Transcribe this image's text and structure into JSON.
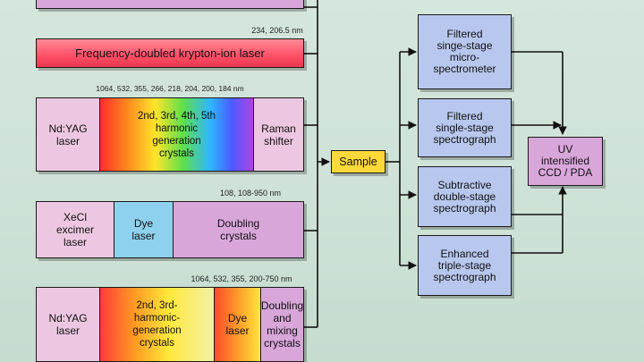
{
  "colors": {
    "background": "#d0e3d8",
    "laser_bar": "#ff5a6e",
    "laser_pink": "#edc7e2",
    "crystal_purple": "#d9a6da",
    "dye_blue": "#8ed1ee",
    "sample": "#ffd93a",
    "detector": "#b8c7ee"
  },
  "wavelengths": {
    "krypton": "234, 206.5 nm",
    "ndyag_raman": "1064, 532, 355, 266, 218, 204, 200, 184 nm",
    "xecl": "108, 108-950 nm",
    "ndyag_dye": "1064, 532, 355, 200-750 nm"
  },
  "sources": {
    "krypton": "Frequency-doubled krypton-ion laser",
    "ndyag1": {
      "laser": "Nd:YAG\nlaser",
      "crystals": "2nd, 3rd, 4th, 5th\nharmonic\ngeneration\ncrystals",
      "raman": "Raman\nshifter"
    },
    "xecl": {
      "laser": "XeCl\nexcimer\nlaser",
      "dye": "Dye\nlaser",
      "doubling": "Doubling\ncrystals"
    },
    "ndyag2": {
      "laser": "Nd:YAG\nlaser",
      "crystals": "2nd, 3rd-\nharmonic-\ngeneration\ncrystals",
      "dye": "Dye\nlaser",
      "mixing": "Doubling\nand mixing\ncrystals"
    }
  },
  "sample": "Sample",
  "spectrometers": [
    "Filtered\nsinge-stage\nmicro-\nspectrometer",
    "Filtered\nsingle-stage\nspectrograph",
    "Subtractive\ndouble-stage\nspectrograph",
    "Enhanced\ntriple-stage\nspectrograph"
  ],
  "detector": "UV\nintensified\nCCD / PDA"
}
